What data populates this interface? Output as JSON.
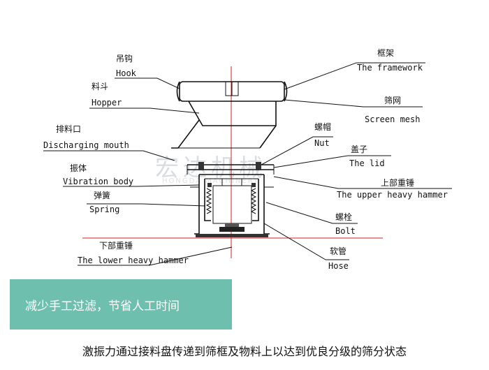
{
  "watermark": {
    "logo_text": "宏达机械",
    "sub_text": "HONGDA MACHINERY"
  },
  "labels": [
    {
      "id": "hook",
      "cn": "吊钩",
      "en": "Hook"
    },
    {
      "id": "hopper",
      "cn": "料斗",
      "en": "Hopper"
    },
    {
      "id": "discharging",
      "cn": "排料口",
      "en": "Discharging mouth"
    },
    {
      "id": "vibration",
      "cn": "振体",
      "en": "Vibration body"
    },
    {
      "id": "spring",
      "cn": "弹簧",
      "en": "Spring"
    },
    {
      "id": "lower",
      "cn": "下部重锤",
      "en": "The lower heavy hammer"
    },
    {
      "id": "framework",
      "cn": "框架",
      "en": "The framework"
    },
    {
      "id": "screen",
      "cn": "筛网",
      "en": "Screen mesh"
    },
    {
      "id": "nut",
      "cn": "螺帽",
      "en": "Nut"
    },
    {
      "id": "lid",
      "cn": "盖子",
      "en": "The lid"
    },
    {
      "id": "upper",
      "cn": "上部重锤",
      "en": "The upper heavy hammer"
    },
    {
      "id": "bolt",
      "cn": "螺栓",
      "en": "Bolt"
    },
    {
      "id": "hose",
      "cn": "软管",
      "en": "Hose"
    }
  ],
  "banner": {
    "text": "减少手工过滤，节省人工时间"
  },
  "caption": {
    "text": "激振力通过接料盘传递到筛框及物料上以达到优良分级的筛分状态"
  }
}
